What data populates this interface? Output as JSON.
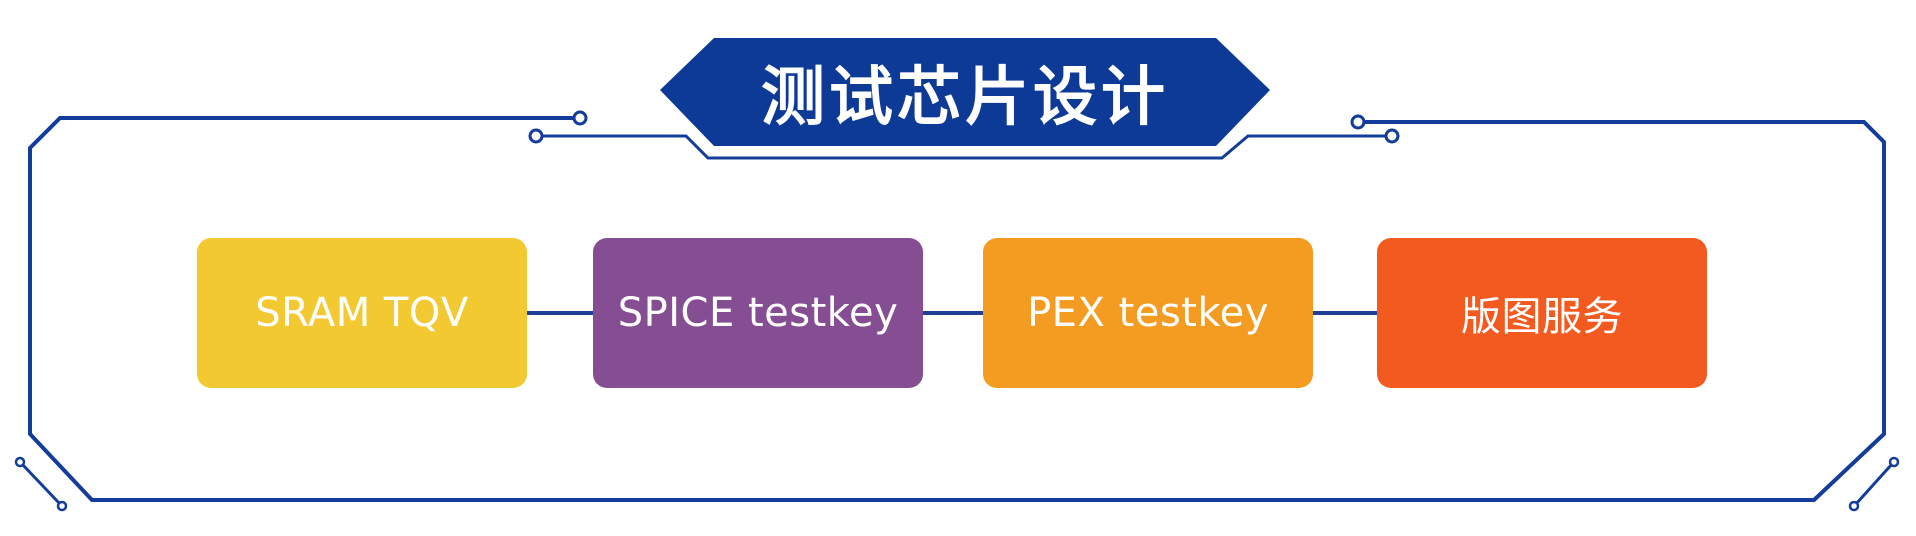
{
  "title": "测试芯片设计",
  "colors": {
    "frame": "#143c9a",
    "banner": "#0d3a97",
    "connector": "#1f3f98",
    "text": "#ffffff"
  },
  "steps": [
    {
      "label": "SRAM TQV",
      "color": "#f2c930"
    },
    {
      "label": "SPICE testkey",
      "color": "#854d92"
    },
    {
      "label": "PEX testkey",
      "color": "#f49b22"
    },
    {
      "label": "版图服务",
      "color": "#f25a20"
    }
  ]
}
